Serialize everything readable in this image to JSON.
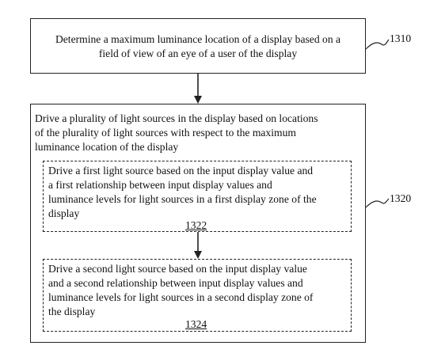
{
  "steps": {
    "step1310": {
      "ref": "1310",
      "lines": [
        "Determine a maximum luminance location of a display based on a",
        "field of view of an eye of a user of the display"
      ]
    },
    "step1320": {
      "ref": "1320",
      "lines": [
        "Drive a plurality of light sources in the display based on locations",
        "of the plurality of light sources with respect to the maximum",
        "luminance location of the display"
      ]
    },
    "step1322": {
      "ref": "1322",
      "lines": [
        "Drive a first light source based on the input display value and",
        "a first relationship between input display values and",
        "luminance levels for light sources in a first display zone of the",
        "display"
      ]
    },
    "step1324": {
      "ref": "1324",
      "lines": [
        "Drive a second light source based on the input display value",
        "and a second relationship between input display values and",
        "luminance levels for light sources in a second display zone of",
        "the display"
      ]
    }
  }
}
